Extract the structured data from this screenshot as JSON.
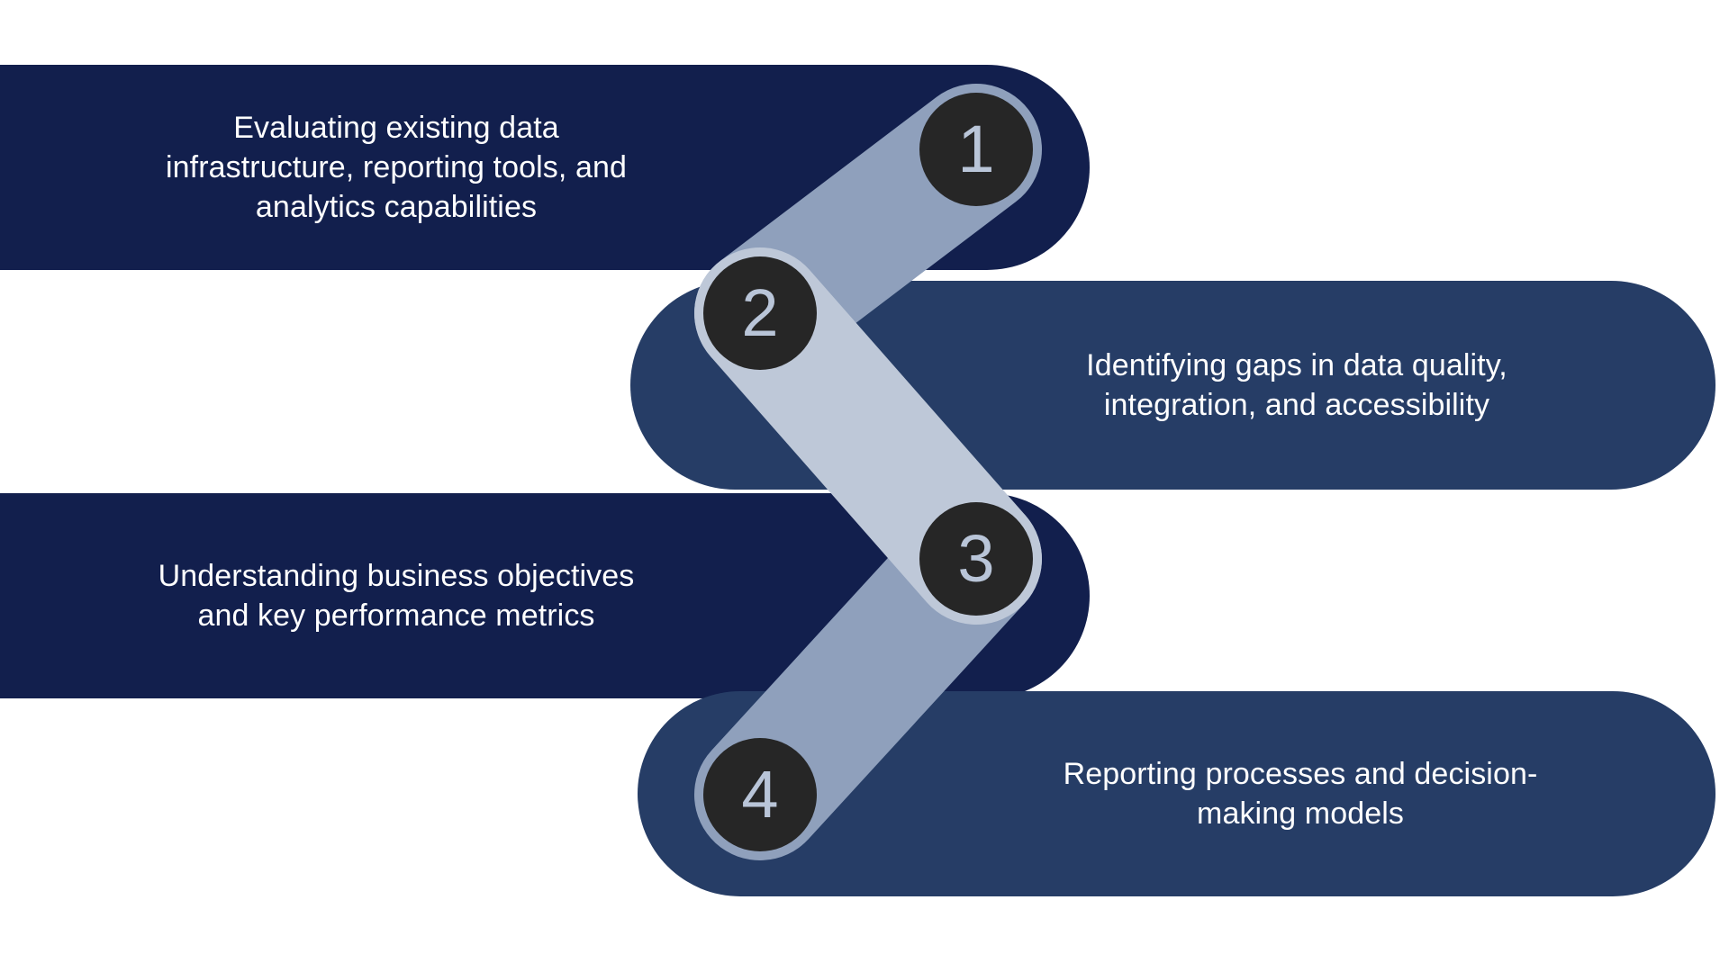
{
  "diagram": {
    "title": "Four-step assessment process zigzag diagram",
    "type": "zigzag-process",
    "colors": {
      "bar_dark_navy": "#121f4d",
      "bar_medium_navy": "#263d66",
      "band_slate": "#8fa0bc",
      "band_light": "#bec8d8",
      "badge_fill": "#262626",
      "badge_text": "#b9c5d8",
      "bar_text": "#ffffff",
      "background": "#ffffff"
    },
    "steps": [
      {
        "number": "1",
        "text": "Evaluating existing data\ninfrastructure, reporting tools, and\nanalytics capabilities",
        "side": "left",
        "bar_color": "#121f4d"
      },
      {
        "number": "2",
        "text": "Identifying gaps in data quality,\nintegration, and accessibility",
        "side": "right",
        "bar_color": "#263d66"
      },
      {
        "number": "3",
        "text": "Understanding business objectives\nand key performance metrics",
        "side": "left",
        "bar_color": "#121f4d"
      },
      {
        "number": "4",
        "text": "Reporting processes and decision-\nmaking models",
        "side": "right",
        "bar_color": "#263d66"
      }
    ],
    "connectors": [
      {
        "name": "connector-1-to-2",
        "from": "1",
        "to": "2",
        "color": "#8fa0bc"
      },
      {
        "name": "connector-2-to-3",
        "from": "2",
        "to": "3",
        "color": "#bec8d8"
      },
      {
        "name": "connector-3-to-4",
        "from": "3",
        "to": "4",
        "color": "#8fa0bc"
      }
    ]
  }
}
